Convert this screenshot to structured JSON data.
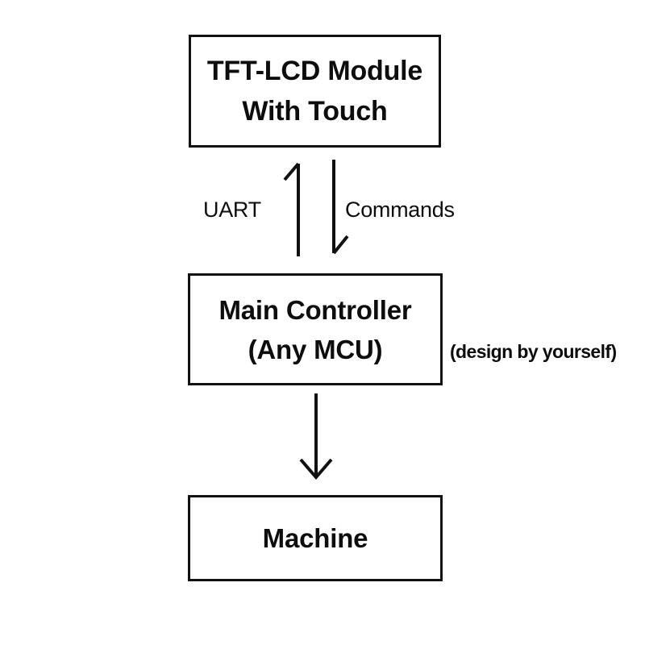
{
  "diagram": {
    "title": "TFT-LCD Module system block diagram",
    "background_color": "#ffffff",
    "stroke_color": "#111111",
    "text_color": "#0d0d0d",
    "nodes": [
      {
        "id": "lcd",
        "lines": [
          "TFT-LCD Module",
          "With Touch"
        ]
      },
      {
        "id": "mcu",
        "lines": [
          "Main Controller",
          "(Any MCU)"
        ]
      },
      {
        "id": "machine",
        "lines": [
          "Machine"
        ]
      }
    ],
    "edges": [
      {
        "id": "uart",
        "label": "UART",
        "from": "mcu",
        "to": "lcd",
        "direction": "up"
      },
      {
        "id": "commands",
        "label": "Commands",
        "from": "lcd",
        "to": "mcu",
        "direction": "down"
      },
      {
        "id": "mcu-to-machine",
        "label": "",
        "from": "mcu",
        "to": "machine",
        "direction": "down"
      }
    ],
    "annotations": [
      {
        "id": "design-note",
        "text": "(design by yourself)",
        "attached_to": "mcu"
      }
    ]
  }
}
